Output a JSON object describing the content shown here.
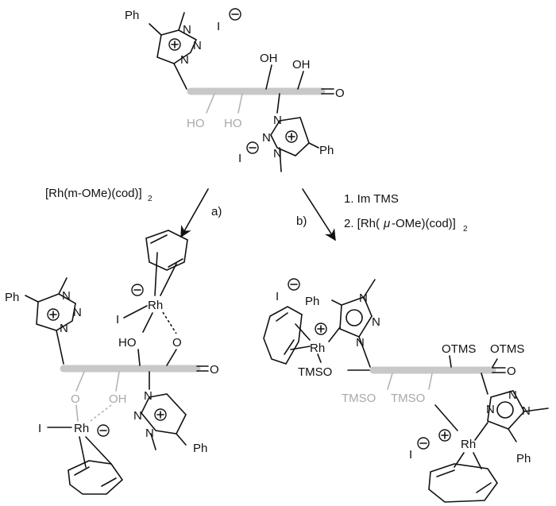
{
  "colors": {
    "ink": "#111111",
    "backbone": "#c8c8c8",
    "faded_label": "#a8a8a8"
  },
  "substrate": {
    "ph_top": "Ph",
    "n_a": "N",
    "n_b": "N",
    "n_c": "N",
    "iodide": "I",
    "oh_1": "OH",
    "oh_2": "OH",
    "ho_1": "HO",
    "ho_2": "HO",
    "carbonyl_o": "O",
    "n_d": "N",
    "n_e": "N",
    "n_f": "N",
    "iodide_2": "I",
    "ph_bottom": "Ph"
  },
  "conditions": {
    "a_reagent": "[Rh(m-OMe)(cod)]",
    "a_subscript": "2",
    "a_label": "a)",
    "b_label": "b)",
    "b_step1": "1. Im TMS",
    "b_step2_prefix": "2. [Rh(",
    "b_step2_mu": "μ",
    "b_step2_suffix": "-OMe)(cod)]",
    "b_subscript": "2"
  },
  "product_a": {
    "ph_top": "Ph",
    "n_a": "N",
    "n_b": "N",
    "n_c": "N",
    "iodide_rh": "I",
    "rh_top": "Rh",
    "ho": "HO",
    "o_dash": "O",
    "carbonyl_o": "O",
    "o_gray": "O",
    "oh_gray": "OH",
    "n_d": "N",
    "n_e": "N",
    "n_f": "N",
    "iodide_rh_2": "I",
    "rh_bottom": "Rh",
    "ph_bottom": "Ph"
  },
  "product_b": {
    "iodide": "I",
    "ph": "Ph",
    "n_a": "N",
    "n_b": "N",
    "n_c": "N",
    "rh_top": "Rh",
    "tmso": "TMSO",
    "otms_1": "OTMS",
    "otms_2": "OTMS",
    "carbonyl_o": "O",
    "tmso_gray_1": "TMSO",
    "tmso_gray_2": "TMSO",
    "n_d": "N",
    "n_e": "N",
    "n_f": "N",
    "iodide_2": "I",
    "rh_bottom": "Rh",
    "ph_bottom": "Ph"
  }
}
